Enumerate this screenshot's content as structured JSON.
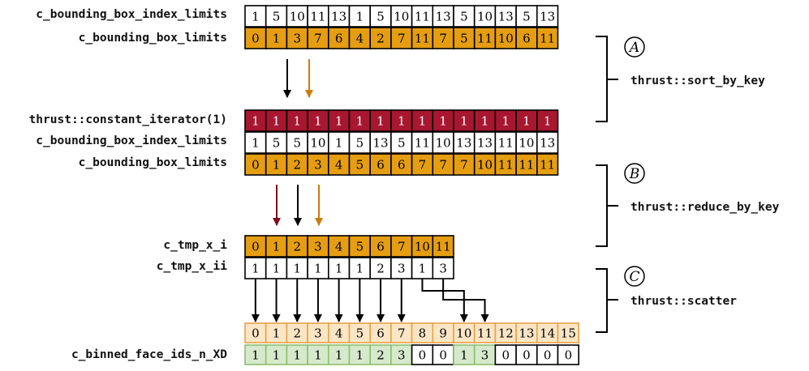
{
  "colors": {
    "orange": "#E59D12",
    "crimson": "#A81730",
    "light_orange": "#FCE6C5",
    "light_orange_border": "#E5A24A",
    "light_green": "#D6E9CC",
    "green_border": "#8CBF6E",
    "black": "#000000",
    "arrow_orange": "#C97C09",
    "arrow_crimson": "#7A0E1F"
  },
  "rows": [
    {
      "id": "index-limits-unsorted",
      "label": "c_bounding_box_index_limits",
      "values": [
        "1",
        "5",
        "10",
        "11",
        "13",
        "1",
        "5",
        "10",
        "11",
        "13",
        "5",
        "10",
        "13",
        "5",
        "13"
      ]
    },
    {
      "id": "limits-unsorted",
      "label": "c_bounding_box_limits",
      "values": [
        "0",
        "1",
        "3",
        "7",
        "6",
        "4",
        "2",
        "7",
        "11",
        "7",
        "5",
        "11",
        "10",
        "6",
        "11"
      ]
    },
    {
      "id": "constant-iterator",
      "label": "thrust::constant_iterator(1)",
      "values": [
        "1",
        "1",
        "1",
        "1",
        "1",
        "1",
        "1",
        "1",
        "1",
        "1",
        "1",
        "1",
        "1",
        "1",
        "1"
      ]
    },
    {
      "id": "index-limits-sorted",
      "label": "c_bounding_box_index_limits",
      "values": [
        "1",
        "5",
        "5",
        "10",
        "1",
        "5",
        "13",
        "5",
        "11",
        "10",
        "13",
        "13",
        "11",
        "10",
        "13"
      ]
    },
    {
      "id": "limits-sorted",
      "label": "c_bounding_box_limits",
      "values": [
        "0",
        "1",
        "2",
        "3",
        "4",
        "5",
        "6",
        "6",
        "7",
        "7",
        "7",
        "10",
        "11",
        "11",
        "11"
      ]
    },
    {
      "id": "tmp-x-i",
      "label": "c_tmp_x_i",
      "values": [
        "0",
        "1",
        "2",
        "3",
        "4",
        "5",
        "6",
        "7",
        "10",
        "11"
      ]
    },
    {
      "id": "tmp-x-ii",
      "label": "c_tmp_x_ii",
      "values": [
        "1",
        "1",
        "1",
        "1",
        "1",
        "1",
        "2",
        "3",
        "1",
        "3"
      ]
    },
    {
      "id": "bin-index",
      "label": "",
      "values": [
        "0",
        "1",
        "2",
        "3",
        "4",
        "5",
        "6",
        "7",
        "8",
        "9",
        "10",
        "11",
        "12",
        "13",
        "14",
        "15"
      ]
    },
    {
      "id": "binned-face-ids",
      "label": "c_binned_face_ids_n_XD",
      "values": [
        "1",
        "1",
        "1",
        "1",
        "1",
        "1",
        "2",
        "3",
        "0",
        "0",
        "1",
        "3",
        "0",
        "0",
        "0",
        "0"
      ]
    }
  ],
  "steps": [
    {
      "letter": "A",
      "op": "thrust::sort_by_key"
    },
    {
      "letter": "B",
      "op": "thrust::reduce_by_key"
    },
    {
      "letter": "C",
      "op": "thrust::scatter"
    }
  ]
}
